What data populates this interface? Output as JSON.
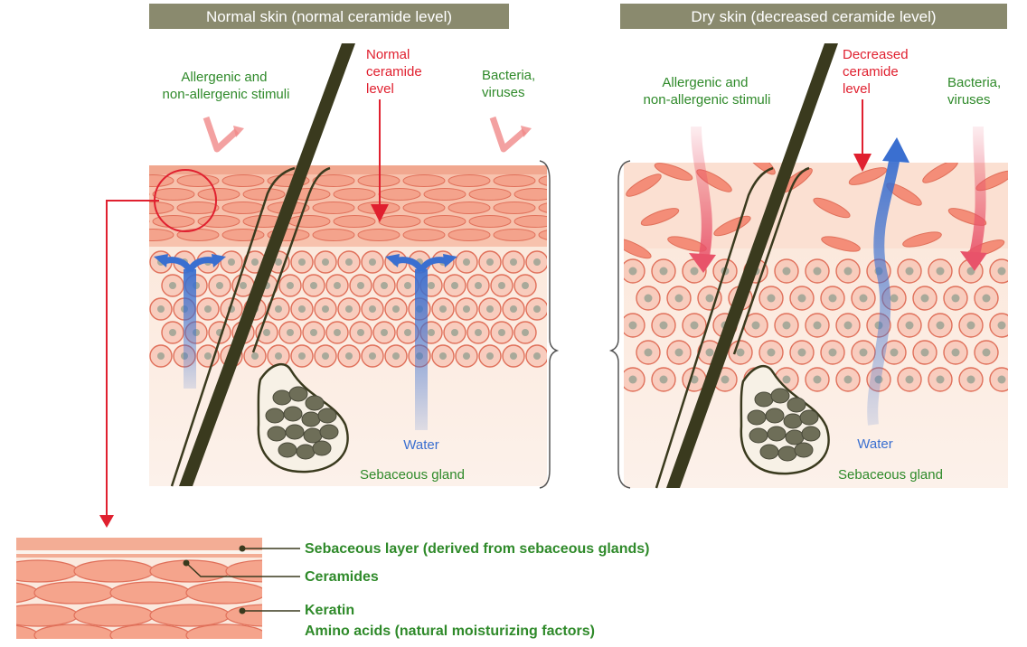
{
  "panels": {
    "normal": {
      "title": "Normal skin (normal ceramide level)",
      "stimuli_label": [
        "Allergenic and",
        "non-allergenic stimuli"
      ],
      "ceramide_label": [
        "Normal",
        "ceramide",
        "level"
      ],
      "bacteria_label": [
        "Bacteria,",
        "viruses"
      ],
      "water_label": "Water",
      "gland_label": "Sebaceous gland"
    },
    "dry": {
      "title": "Dry skin (decreased ceramide level)",
      "stimuli_label": [
        "Allergenic and",
        "non-allergenic stimuli"
      ],
      "ceramide_label": [
        "Decreased",
        "ceramide",
        "level"
      ],
      "bacteria_label": [
        "Bacteria,",
        "viruses"
      ],
      "water_label": "Water",
      "gland_label": "Sebaceous gland"
    }
  },
  "legend": {
    "sebaceous_layer": "Sebaceous layer (derived from sebaceous glands)",
    "ceramides": "Ceramides",
    "keratin": "Keratin",
    "amino_acids": "Amino acids (natural moisturizing factors)"
  },
  "colors": {
    "title_bg": "#8a8a6e",
    "label_green": "#2f8a2a",
    "label_red": "#e0202f",
    "water_blue": "#3a6fd0",
    "cell_fill": "#f6b3a0",
    "cell_stroke": "#e0705a",
    "cell_nucleus": "#a9a99a",
    "keratin_fill": "#f4a38c",
    "hair": "#3a3a1e"
  }
}
